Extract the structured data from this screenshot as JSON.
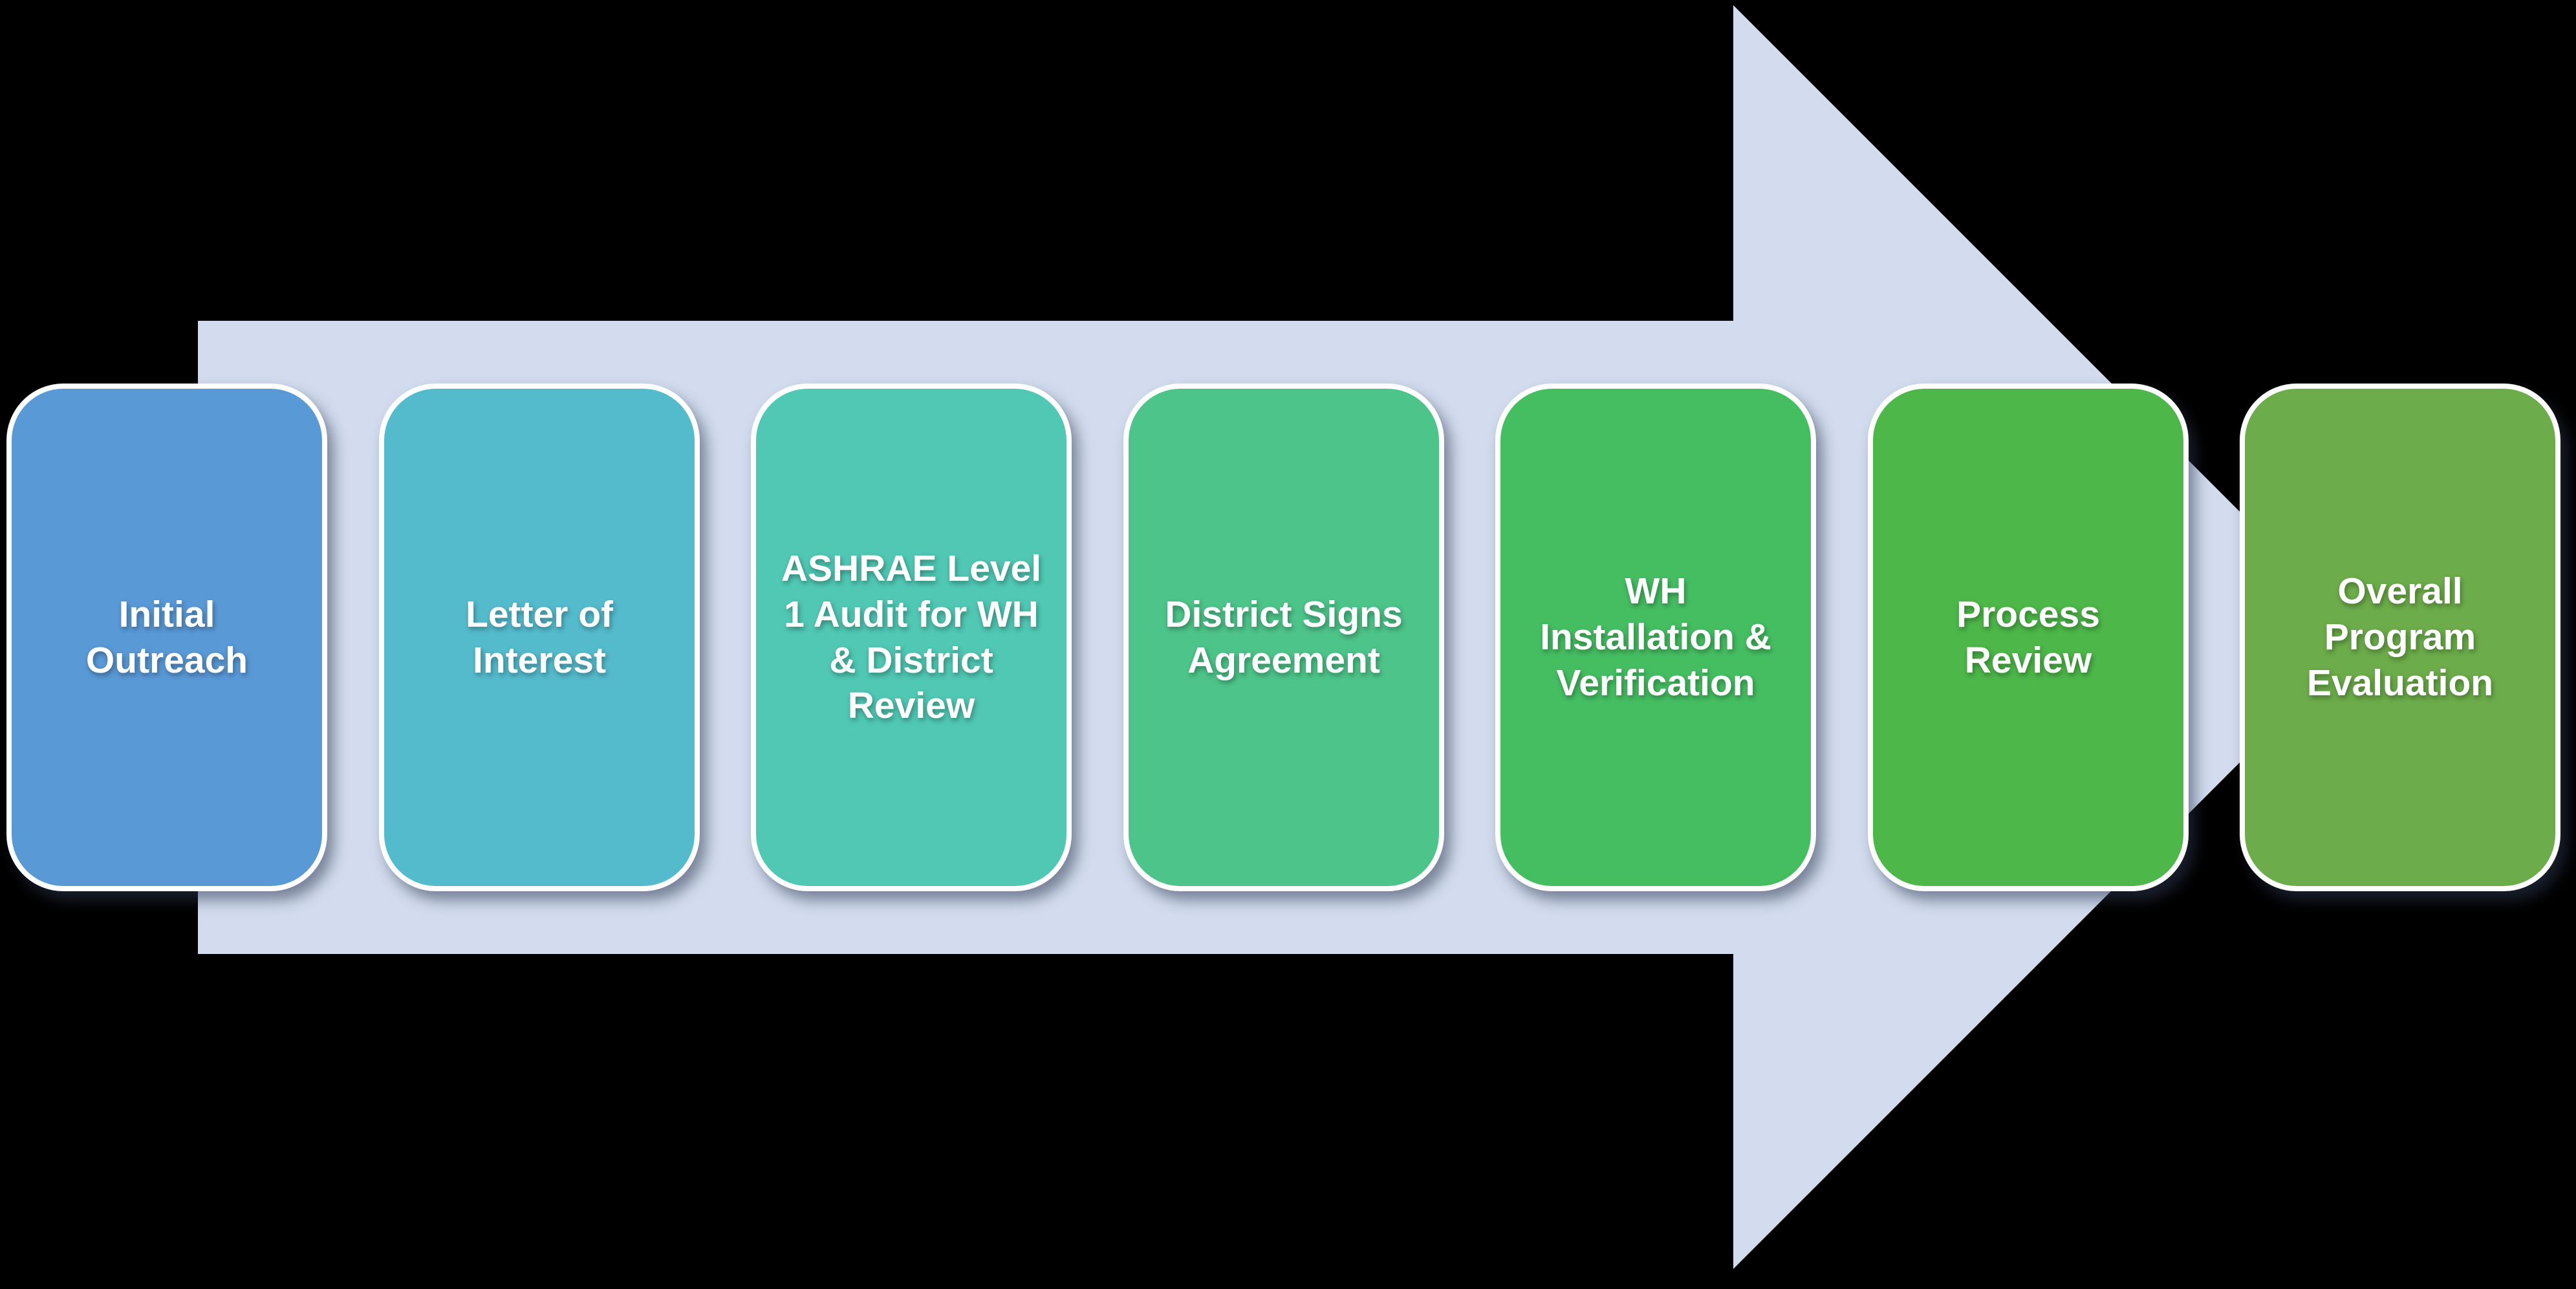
{
  "diagram": {
    "type": "process-flow-arrow",
    "background_color": "#000000",
    "text_color": "#ffffff"
  },
  "arrow": {
    "color": "#d2dcee",
    "direction": "right"
  },
  "steps": [
    {
      "label": "Initial\nOutreach",
      "color": "#5999d6"
    },
    {
      "label": "Letter of\nInterest",
      "color": "#54bbcd"
    },
    {
      "label": "ASHRAE Level\n1 Audit for WH\n& District\nReview",
      "color": "#50c8b4"
    },
    {
      "label": "District Signs\nAgreement",
      "color": "#4dc48a"
    },
    {
      "label": "WH\nInstallation &\nVerification",
      "color": "#45be62"
    },
    {
      "label": "Process\nReview",
      "color": "#4db749"
    },
    {
      "label": "Overall\nProgram\nEvaluation",
      "color": "#6cac4a"
    }
  ]
}
